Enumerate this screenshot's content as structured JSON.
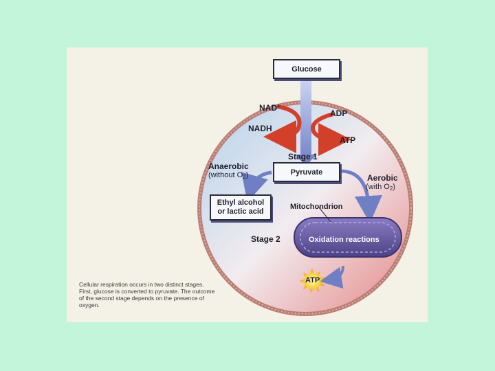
{
  "nodes": {
    "glucose": "Glucose",
    "nad_plus": "NAD",
    "nad_plus_sup": "+",
    "nadh": "NADH",
    "adp": "ADP",
    "atp_stage1": "ATP",
    "stage1": "Stage 1",
    "pyruvate": "Pyruvate",
    "anaerobic": "Anaerobic",
    "anaerobic_cond_pre": "(without O",
    "anaerobic_cond_sub": "2",
    "anaerobic_cond_post": ")",
    "aerobic": "Aerobic",
    "aerobic_cond_pre": "(with O",
    "aerobic_cond_sub": "2",
    "aerobic_cond_post": ")",
    "ethyl_line1": "Ethyl alcohol",
    "ethyl_line2": "or lactic acid",
    "mitochondrion": "Mitochondrion",
    "oxidation": "Oxidation reactions",
    "stage2": "Stage 2",
    "atp_stage2": "ATP"
  },
  "caption": "Cellular respiration occurs in two distinct stages. First, glucose is converted to pyruvate. The outcome of the second stage depends on the presence of oxygen.",
  "colors": {
    "background": "#c2f5d9",
    "aerobic_tint": "#e79090",
    "anaerobic_tint": "#a8c8e4",
    "mitochondrion": "#6c5fa4",
    "arrow_blue": "#6f7fc4",
    "arrow_red": "#d2402a",
    "atp_star": "#f5d23a"
  }
}
